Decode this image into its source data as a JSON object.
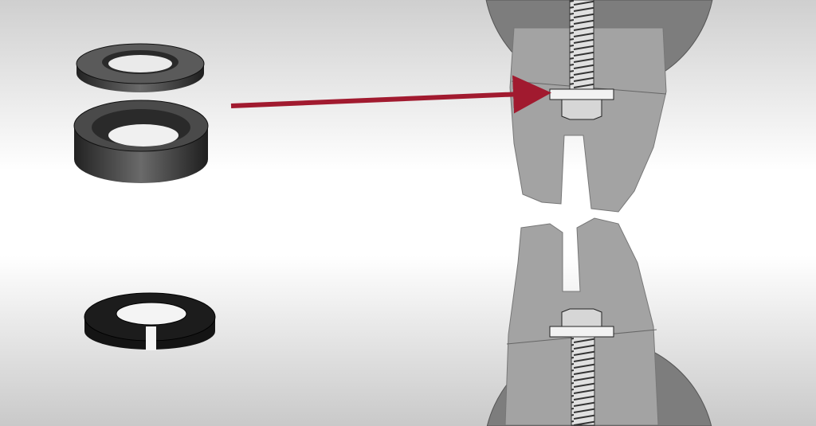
{
  "colors": {
    "arrow": "#a11a2f",
    "fixture": "#a3a3a3",
    "fixture_dark": "#8e8e8e",
    "jaw_circle": "#7a7a7a",
    "washer_dark": "#2b2b2b",
    "lock_washer": "#111111",
    "bolt": "#d8d8d8"
  },
  "elements": {
    "washer_pair": "spherical-conical-washer-set",
    "lock_washer": "split-lock-washer",
    "fixture": "bolt-tension-test-fixture"
  }
}
